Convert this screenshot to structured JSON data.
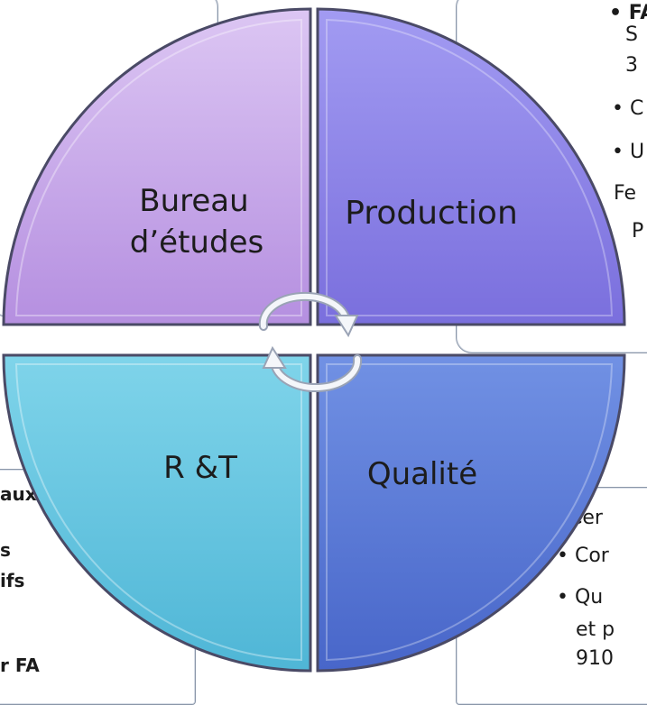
{
  "quadrants": {
    "top_left": {
      "label_line1": "Bureau",
      "label_line2": "d’études",
      "color": "#cdb0ec"
    },
    "top_right": {
      "label": "Production",
      "color": "#8e85e8"
    },
    "bottom_left": {
      "label": "R &T",
      "color": "#68c5e0"
    },
    "bottom_right": {
      "label": "Qualité",
      "color": "#5f7fd8"
    }
  },
  "side_text": {
    "right_top": [
      "• FA",
      "S",
      "3",
      "• C",
      "• U",
      "Fe",
      "P"
    ],
    "right_bottom": [
      "Cer",
      "• Cor",
      "• Qu",
      "et p",
      "910"
    ],
    "left_bottom": [
      "aux",
      "s",
      "ifs",
      "r FA"
    ]
  }
}
